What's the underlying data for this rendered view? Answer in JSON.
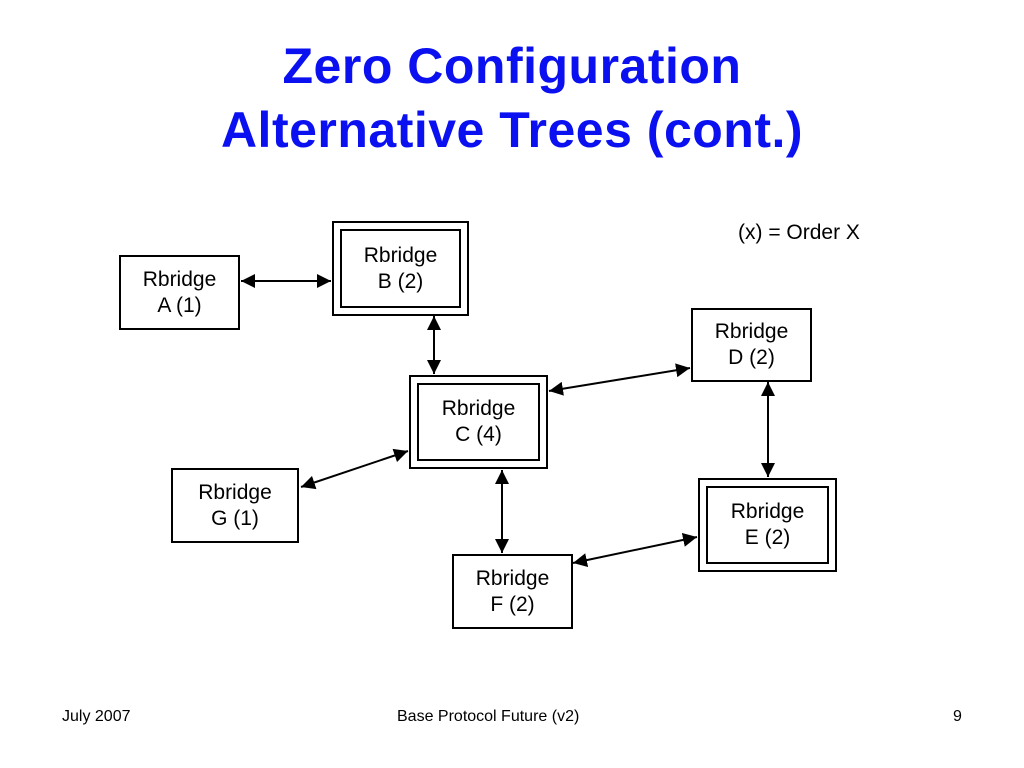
{
  "title": {
    "line1": "Zero Configuration",
    "line2": "Alternative Trees (cont.)"
  },
  "legend": "(x) = Order X",
  "nodes": {
    "a": {
      "line1": "Rbridge",
      "line2": "A (1)"
    },
    "b": {
      "line1": "Rbridge",
      "line2": "B (2)"
    },
    "c": {
      "line1": "Rbridge",
      "line2": "C (4)"
    },
    "d": {
      "line1": "Rbridge",
      "line2": "D (2)"
    },
    "e": {
      "line1": "Rbridge",
      "line2": "E (2)"
    },
    "f": {
      "line1": "Rbridge",
      "line2": "F (2)"
    },
    "g": {
      "line1": "Rbridge",
      "line2": "G (1)"
    }
  },
  "edges": [
    {
      "from": "a",
      "to": "b",
      "arrows": "both"
    },
    {
      "from": "b",
      "to": "c",
      "arrows": "both"
    },
    {
      "from": "c",
      "to": "d",
      "arrows": "both"
    },
    {
      "from": "c",
      "to": "g",
      "arrows": "both"
    },
    {
      "from": "c",
      "to": "f",
      "arrows": "both"
    },
    {
      "from": "d",
      "to": "e",
      "arrows": "both"
    },
    {
      "from": "e",
      "to": "f",
      "arrows": "both"
    }
  ],
  "footer": {
    "date": "July 2007",
    "center": "Base Protocol Future (v2)",
    "page": "9"
  },
  "colors": {
    "title": "#0a10f0",
    "lines": "#000000"
  }
}
